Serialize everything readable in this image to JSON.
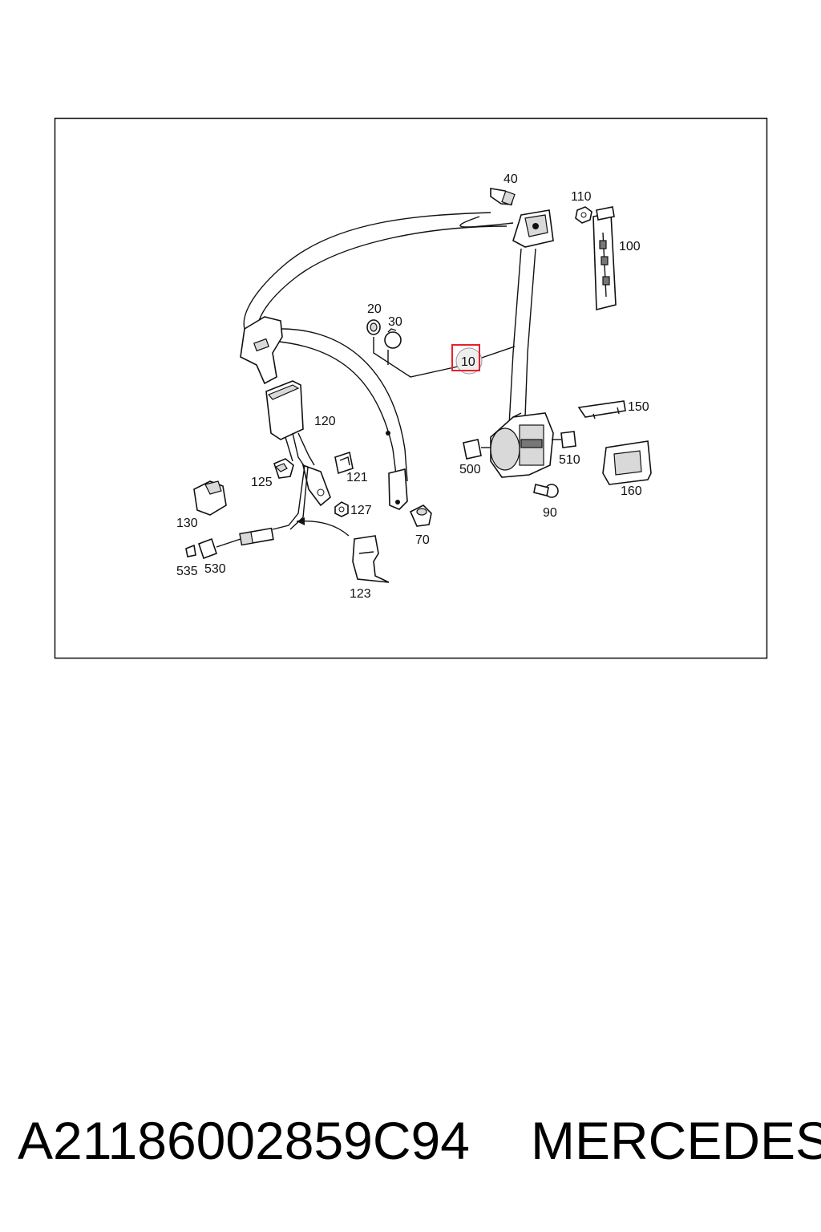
{
  "callouts": {
    "c10": "10",
    "c20": "20",
    "c30": "30",
    "c40": "40",
    "c70": "70",
    "c90": "90",
    "c100": "100",
    "c110": "110",
    "c120": "120",
    "c121": "121",
    "c123": "123",
    "c125": "125",
    "c127": "127",
    "c130": "130",
    "c150": "150",
    "c160": "160",
    "c500": "500",
    "c510": "510",
    "c530": "530",
    "c535": "535"
  },
  "highlight": {
    "callout": "10",
    "color": "#e8202a"
  },
  "footer": {
    "part_number": "A21186002859C94",
    "brand": "MERCEDES"
  }
}
